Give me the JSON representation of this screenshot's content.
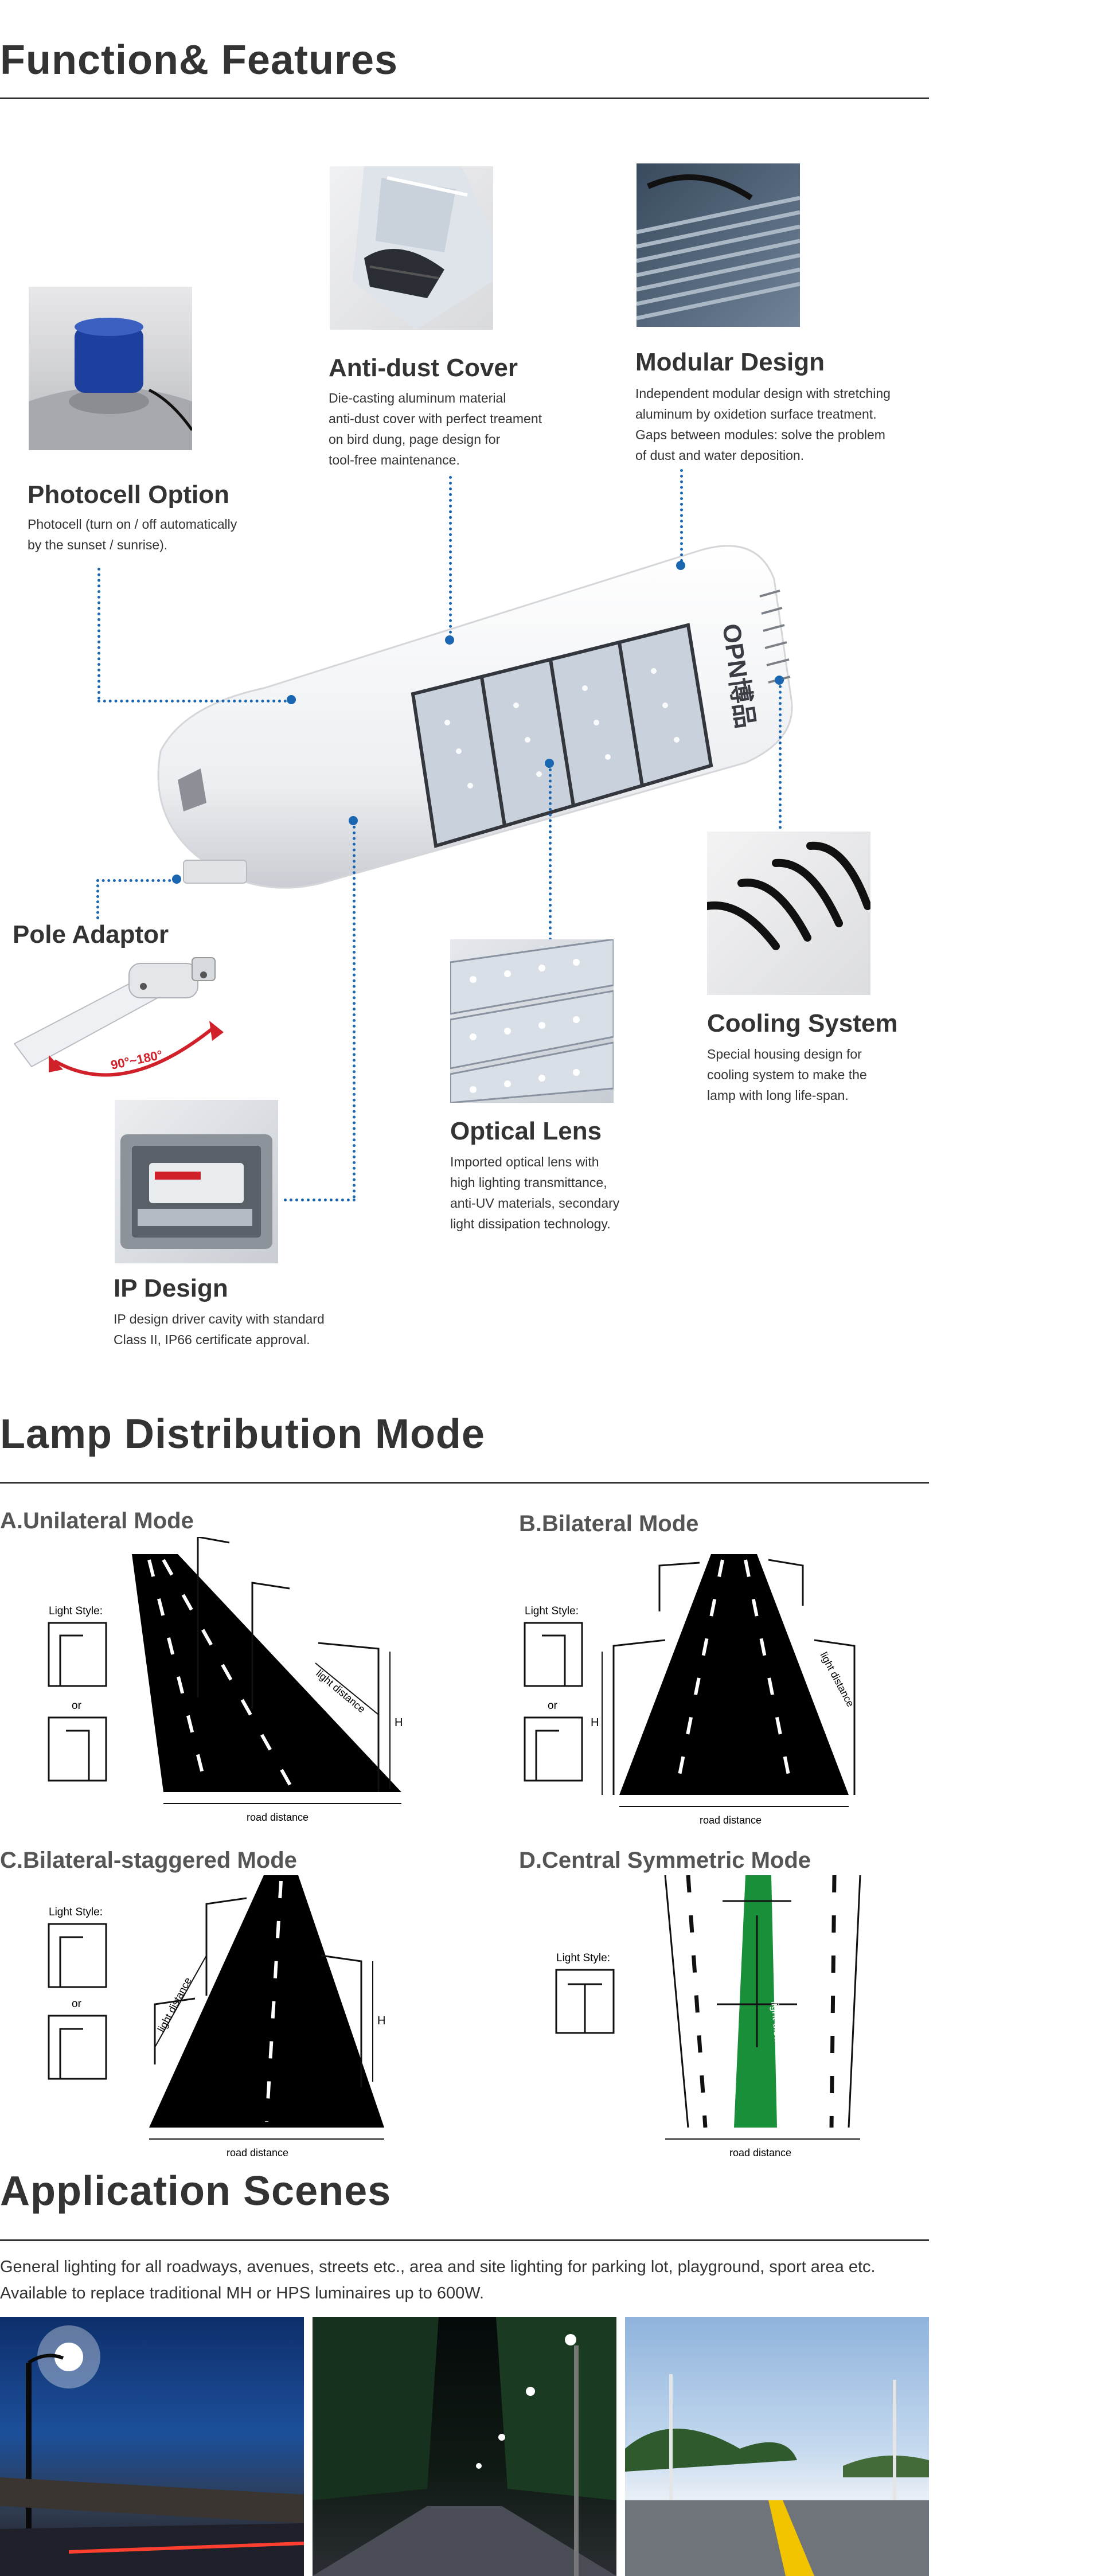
{
  "sections": {
    "features": "Function& Features",
    "distribution": "Lamp Distribution Mode",
    "application": "Application Scenes"
  },
  "features": {
    "photocell": {
      "title": "Photocell Option",
      "desc": [
        "Photocell (turn on / off automatically",
        "by the sunset / sunrise)."
      ]
    },
    "antidust": {
      "title": "Anti-dust Cover",
      "desc": [
        "Die-casting aluminum material",
        "anti-dust cover with perfect treament",
        "on bird dung, page design for",
        "tool-free maintenance."
      ]
    },
    "modular": {
      "title": "Modular Design",
      "desc": [
        "Independent modular design with stretching",
        "aluminum by oxidetion surface treatment.",
        "Gaps between modules: solve the problem",
        "of dust and water deposition."
      ]
    },
    "pole": {
      "title": "Pole Adaptor",
      "angle": "90°~180°"
    },
    "cooling": {
      "title": "Cooling System",
      "desc": [
        "Special housing design for",
        "cooling system to make the",
        "lamp with long life-span."
      ]
    },
    "optical": {
      "title": "Optical Lens",
      "desc": [
        "Imported optical lens with",
        "high lighting transmittance,",
        "anti-UV materials, secondary",
        "light dissipation technology."
      ]
    },
    "ip": {
      "title": "IP Design",
      "desc": [
        "IP design driver cavity with standard",
        "Class II, IP66 certificate approval."
      ]
    },
    "brand": "OPN博品"
  },
  "modes": {
    "a": "A.Unilateral Mode",
    "b": "B.Bilateral Mode",
    "c": "C.Bilateral-staggered Mode",
    "d": "D.Central Symmetric Mode",
    "light_style": "Light Style:",
    "or": "or",
    "road_distance": "road distance",
    "light_distance": "light distance",
    "h": "H"
  },
  "application": {
    "line1": "General lighting for all roadways, avenues, streets etc., area and site lighting for parking lot, playground, sport area etc.",
    "line2": "Available to replace traditional MH or HPS luminaires up to 600W."
  },
  "colors": {
    "accent": "#1a66b0",
    "green": "#1a8f3a",
    "arrow": "#d0202a"
  }
}
